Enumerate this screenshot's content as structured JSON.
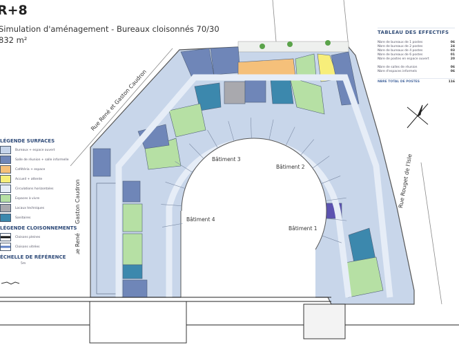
{
  "header": {
    "title": "R+8",
    "subtitle": "Simulation d'aménagement - Bureaux cloisonnés 70/30",
    "area": "832 m²"
  },
  "tableau": {
    "title": "TABLEAU DES EFFECTIFS",
    "rows": [
      {
        "label": "Nbre de bureaux de 1 postes",
        "value": "06"
      },
      {
        "label": "Nbre de bureaux de 2 postes",
        "value": "24"
      },
      {
        "label": "Nbre de bureaux de 4 postes",
        "value": "03"
      },
      {
        "label": "Nbre de bureaux de 6 postes",
        "value": "01"
      },
      {
        "label": "Nbre de postes en espace ouvert",
        "value": "20"
      }
    ],
    "rows2": [
      {
        "label": "Nbre de salles de réunion",
        "value": "06"
      },
      {
        "label": "Nbre d'espaces informels",
        "value": "06"
      }
    ],
    "total": {
      "label": "NBRE TOTAL DE POSTES",
      "value": "116"
    }
  },
  "legend": {
    "surfaces_title": "LÉGENDE SURFACES",
    "surfaces": [
      {
        "label": "Bureaux + espace ouvert",
        "color": "#c5d4ea"
      },
      {
        "label": "Salle de réunion + salle informelle",
        "color": "#6f86b8"
      },
      {
        "label": "Cafétéria + espace",
        "color": "#f5c07a"
      },
      {
        "label": "Accueil + attente",
        "color": "#f7ee7a"
      },
      {
        "label": "Circulations horizontales",
        "color": "#e6edf7"
      },
      {
        "label": "Espaces à vivre",
        "color": "#b6e0a4"
      },
      {
        "label": "Locaux techniques",
        "color": "#a9a9ae"
      },
      {
        "label": "Sanitaires",
        "color": "#3c88ad"
      }
    ],
    "cloisons_title": "LÉGENDE CLOISONNEMENTS",
    "cloisons": [
      {
        "label": "Cloisons pleines"
      },
      {
        "label": "Cloisons vitrées"
      }
    ],
    "scale_title": "ÉCHELLE DE RÉFÉRENCE",
    "scale_label": "5m"
  },
  "plan": {
    "street_left_top": "Rue René et Gaston Caudron",
    "street_left": "Rue René et Gaston Caudron",
    "street_right": "Rue Rouget de l'Isle",
    "buildings": [
      "Bâtiment 1",
      "Bâtiment 2",
      "Bâtiment 3",
      "Bâtiment 4"
    ]
  }
}
